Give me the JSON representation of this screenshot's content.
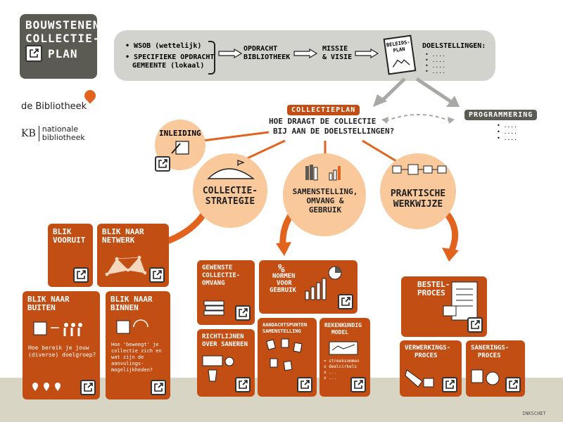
{
  "title": {
    "lines": [
      "BOUWSTENEN",
      "COLLECTIE-",
      "PLAN"
    ]
  },
  "logos": {
    "bibliotheek": "de Bibliotheek",
    "kb_prefix": "KB",
    "kb_line1": "nationale",
    "kb_line2": "bibliotheek"
  },
  "topbar": {
    "bullet1": "WSOB (wettelijk)",
    "bullet2a": "SPECIFIEKE OPDRACHT",
    "bullet2b": "GEMEENTE (lokaal)",
    "step1a": "OPDRACHT",
    "step1b": "BIBLIOTHEEK",
    "step2a": "MISSIE",
    "step2b": "& VISIE",
    "doc_a": "BELEIDS-",
    "doc_b": "PLAN",
    "goals": "DOELSTELLINGEN:",
    "goal_items": [
      "• ....",
      "• ....",
      "• ....",
      "• ...."
    ]
  },
  "center": {
    "badge": "COLLECTIEPLAN",
    "question1": "HOE DRAAGT DE COLLECTIE",
    "question2": "BIJ AAN DE DOELSTELLINGEN?"
  },
  "programmering": {
    "label": "PROGRAMMERING",
    "items": [
      "• ....",
      "• ....",
      "• ...."
    ]
  },
  "inleiding": "INLEIDING",
  "circles": {
    "strategie": [
      "COLLECTIE-",
      "STRATEGIE"
    ],
    "samenstelling": [
      "SAMENSTELLING,",
      "OMVANG &",
      "GEBRUIK"
    ],
    "werkwijze": [
      "PRAKTISCHE",
      "WERKWIJZE"
    ]
  },
  "tiles": {
    "blik_vooruit": [
      "BLIK",
      "VOORUIT"
    ],
    "blik_netwerk": [
      "BLIK NAAR",
      "NETWERK"
    ],
    "blik_buiten": [
      "BLIK NAAR",
      "BUITEN"
    ],
    "blik_buiten_note": [
      "Hoe bereik je jouw",
      "(diverse) doelgroep?"
    ],
    "blik_binnen": [
      "BLIK NAAR",
      "BINNEN"
    ],
    "blik_binnen_note": [
      "Hoe 'beweegt' je",
      "collectie zich en",
      "wat zijn de",
      "aanvulings-",
      "mogelijkheden?"
    ],
    "gewenste": [
      "GEWENSTE",
      "COLLECTIE-",
      "OMVANG"
    ],
    "normen_pct": "%",
    "normen": [
      "NORMEN",
      "VOOR",
      "GEBRUIK"
    ],
    "richtlijnen": [
      "RICHTLIJNEN",
      "OVER SANEREN"
    ],
    "aandachtspunten": [
      "AANDACHTSPUNTEN",
      "SAMENSTELLING"
    ],
    "rekenkundig": [
      "REKENKUNDIG",
      "MODEL"
    ],
    "rekenkundig_note": [
      "= streeksommen",
      "x deelcirkels",
      "x ...",
      "x ..."
    ],
    "bestel": [
      "BESTEL-",
      "PROCES"
    ],
    "verwerkings": [
      "VERWERKINGS-",
      "PROCES"
    ],
    "sanerings": [
      "SANERINGS-",
      "PROCES"
    ]
  },
  "signature": "INKSCHET",
  "colors": {
    "orange": "#c24e14",
    "peach": "#f9c89b",
    "dark": "#5b5b53",
    "gray": "#d3d3cd",
    "ground": "#d9d5c5"
  },
  "icons": [
    "external-link-icon",
    "book-icon",
    "document-icon",
    "people-icon",
    "map-pin-icon"
  ]
}
